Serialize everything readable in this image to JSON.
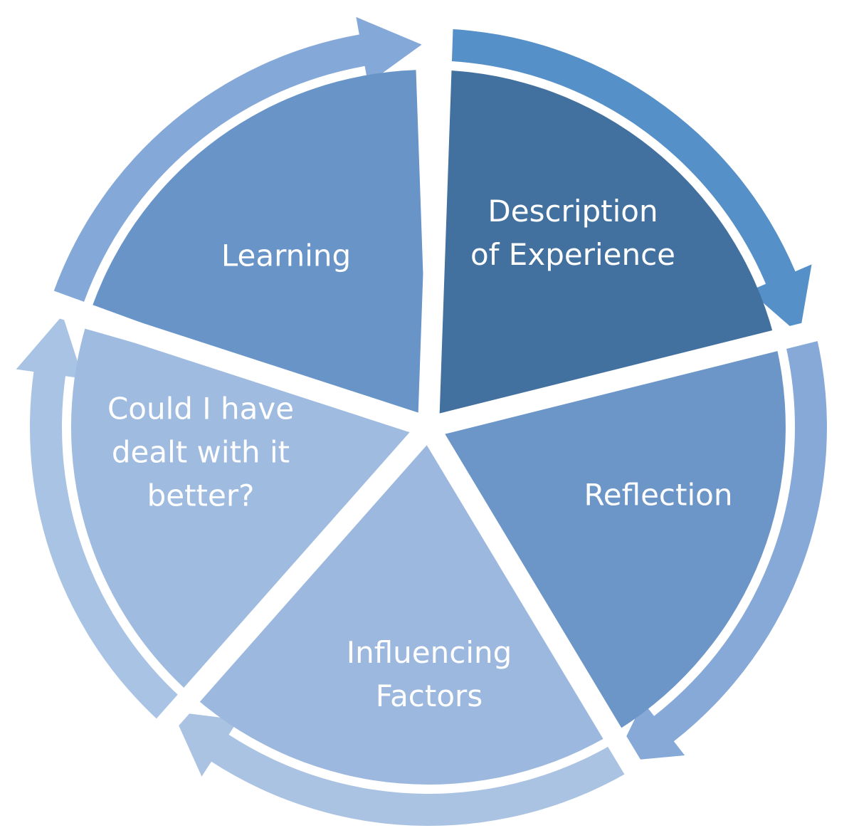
{
  "diagram": {
    "type": "cycle",
    "direction": "clockwise",
    "segments": [
      {
        "id": "description",
        "lines": [
          "Description",
          "of Experience"
        ],
        "fill_color": "#43719f",
        "arrow_color": "#5590c8"
      },
      {
        "id": "reflection",
        "lines": [
          "Reflection"
        ],
        "fill_color": "#6d96c8",
        "arrow_color": "#86a9d7"
      },
      {
        "id": "influencing",
        "lines": [
          "Influencing",
          "Factors"
        ],
        "fill_color": "#9cb8de",
        "arrow_color": "#abc3e3"
      },
      {
        "id": "could",
        "lines": [
          "Could I have",
          "dealt with it",
          "better?"
        ],
        "fill_color": "#9fbce0",
        "arrow_color": "#a9c3e4"
      },
      {
        "id": "learning",
        "lines": [
          "Learning"
        ],
        "fill_color": "#6994c8",
        "arrow_color": "#84a8d8"
      }
    ]
  }
}
